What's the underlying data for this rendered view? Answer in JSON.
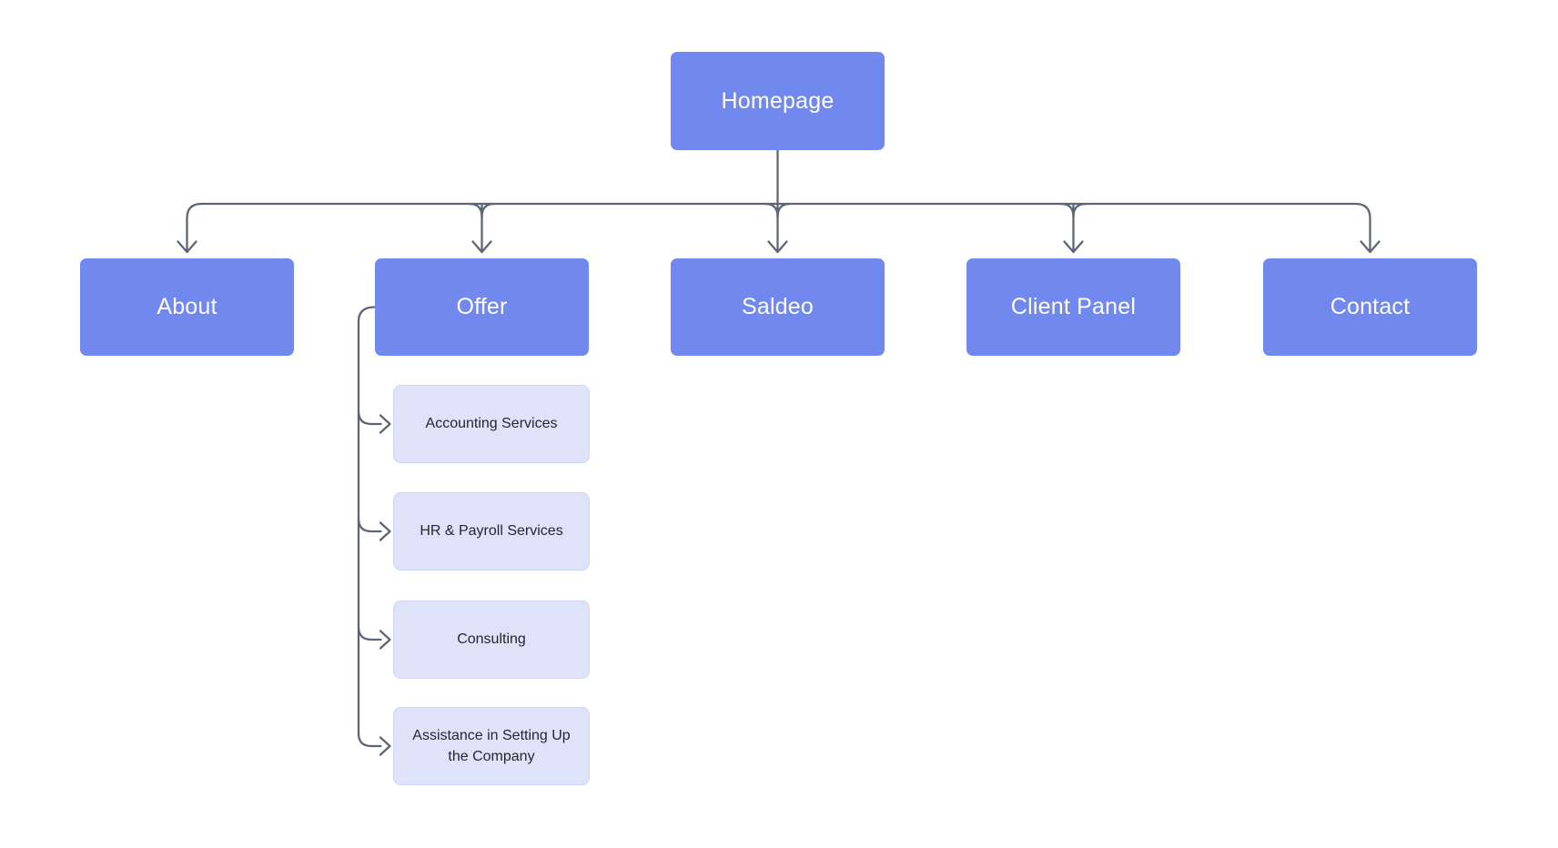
{
  "colors": {
    "primary": "#7189EE",
    "secondary": "#DFE3FA",
    "secondary_border": "#C2CAF2",
    "connector": "#5C6571",
    "text_on_primary": "#FFFFFF",
    "text_on_secondary": "#23272F",
    "background": "#FFFFFF"
  },
  "sitemap": {
    "root": {
      "label": "Homepage"
    },
    "children": [
      {
        "label": "About"
      },
      {
        "label": "Offer",
        "children": [
          {
            "label": "Accounting Services"
          },
          {
            "label": "HR & Payroll Services"
          },
          {
            "label": "Consulting"
          },
          {
            "label": "Assistance in Setting Up the Company"
          }
        ]
      },
      {
        "label": "Saldeo"
      },
      {
        "label": "Client Panel"
      },
      {
        "label": "Contact"
      }
    ]
  }
}
